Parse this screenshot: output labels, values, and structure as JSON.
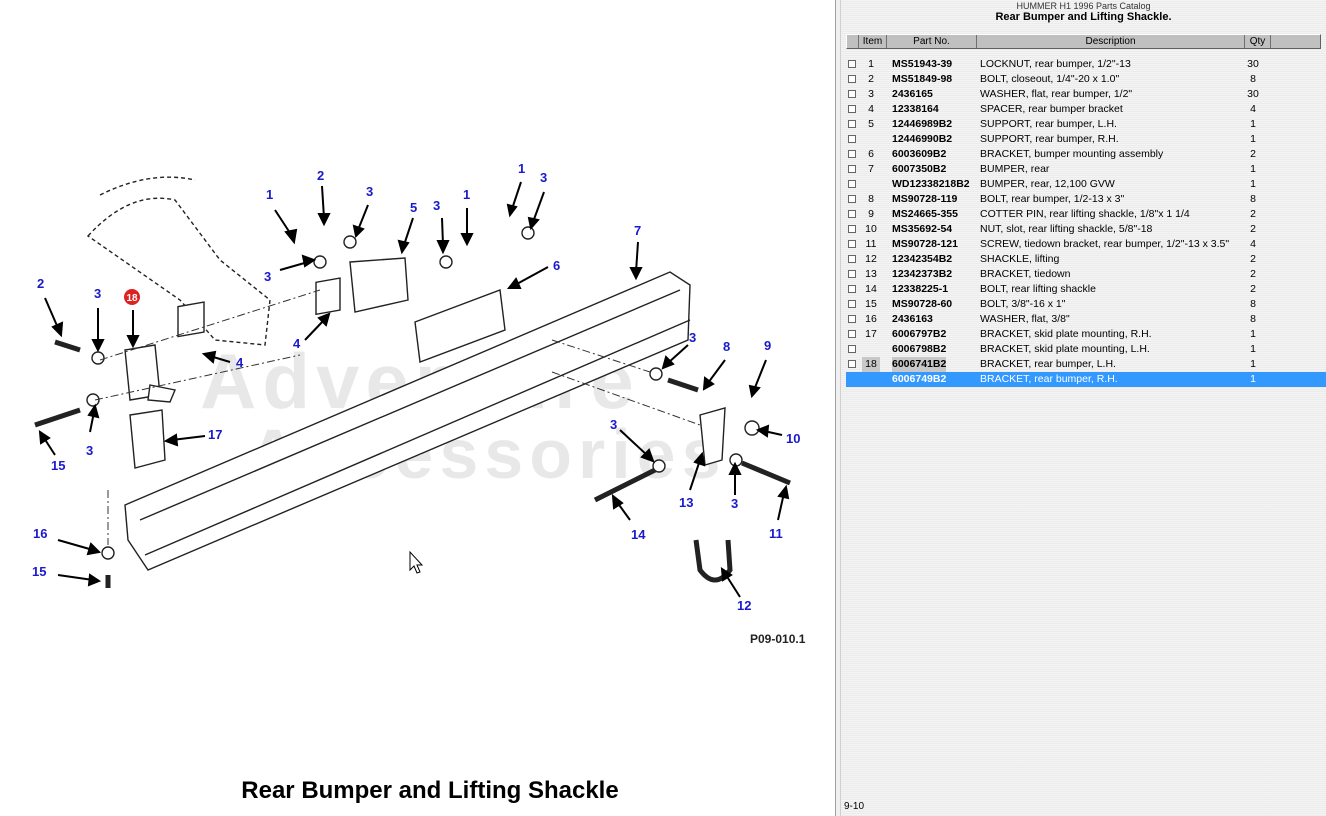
{
  "diagram": {
    "watermark_line1": "Adventure",
    "watermark_line2": "Accessories",
    "figure_ref": "P09-010.1",
    "caption": "Rear Bumper and Lifting Shackle",
    "highlighted_callout": "18",
    "callouts": [
      "1",
      "1",
      "1",
      "2",
      "2",
      "3",
      "3",
      "3",
      "3",
      "3",
      "3",
      "3",
      "3",
      "3",
      "4",
      "4",
      "5",
      "6",
      "7",
      "8",
      "9",
      "10",
      "11",
      "12",
      "13",
      "14",
      "15",
      "15",
      "16",
      "17"
    ]
  },
  "parts_panel": {
    "catalog_title": "HUMMER H1 1996 Parts Catalog",
    "section_title": "Rear Bumper and Lifting Shackle.",
    "columns": {
      "item": "Item",
      "part_no": "Part No.",
      "description": "Description",
      "qty": "Qty"
    },
    "rows": [
      {
        "item": "1",
        "part_no": "MS51943-39",
        "description": "LOCKNUT, rear bumper, 1/2\"-13",
        "qty": "30"
      },
      {
        "item": "2",
        "part_no": "MS51849-98",
        "description": "BOLT, closeout, 1/4\"-20 x 1.0\"",
        "qty": "8"
      },
      {
        "item": "3",
        "part_no": "2436165",
        "description": "WASHER, flat, rear bumper, 1/2\"",
        "qty": "30"
      },
      {
        "item": "4",
        "part_no": "12338164",
        "description": "SPACER, rear bumper bracket",
        "qty": "4"
      },
      {
        "item": "5",
        "part_no": "12446989B2",
        "description": "SUPPORT, rear bumper, L.H.",
        "qty": "1"
      },
      {
        "item": "",
        "part_no": "12446990B2",
        "description": "SUPPORT, rear bumper, R.H.",
        "qty": "1"
      },
      {
        "item": "6",
        "part_no": "6003609B2",
        "description": "BRACKET, bumper mounting assembly",
        "qty": "2"
      },
      {
        "item": "7",
        "part_no": "6007350B2",
        "description": "BUMPER, rear",
        "qty": "1"
      },
      {
        "item": "",
        "part_no": "WD12338218B2",
        "description": "BUMPER, rear, 12,100 GVW",
        "qty": "1"
      },
      {
        "item": "8",
        "part_no": "MS90728-119",
        "description": "BOLT, rear bumper, 1/2-13 x 3\"",
        "qty": "8"
      },
      {
        "item": "9",
        "part_no": "MS24665-355",
        "description": "COTTER PIN, rear lifting shackle, 1/8\"x 1 1/4",
        "qty": "2"
      },
      {
        "item": "10",
        "part_no": "MS35692-54",
        "description": "NUT, slot, rear lifting shackle, 5/8\"-18",
        "qty": "2"
      },
      {
        "item": "11",
        "part_no": "MS90728-121",
        "description": "SCREW, tiedown bracket, rear bumper, 1/2\"-13 x 3.5\"",
        "qty": "4"
      },
      {
        "item": "12",
        "part_no": "12342354B2",
        "description": "SHACKLE, lifting",
        "qty": "2"
      },
      {
        "item": "13",
        "part_no": "12342373B2",
        "description": "BRACKET, tiedown",
        "qty": "2"
      },
      {
        "item": "14",
        "part_no": "12338225-1",
        "description": "BOLT, rear lifting shackle",
        "qty": "2"
      },
      {
        "item": "15",
        "part_no": "MS90728-60",
        "description": "BOLT, 3/8\"-16 x 1\"",
        "qty": "8"
      },
      {
        "item": "16",
        "part_no": "2436163",
        "description": "WASHER, flat, 3/8\"",
        "qty": "8"
      },
      {
        "item": "17",
        "part_no": "6006797B2",
        "description": "BRACKET, skid plate mounting, R.H.",
        "qty": "1"
      },
      {
        "item": "",
        "part_no": "6006798B2",
        "description": "BRACKET, skid plate mounting, L.H.",
        "qty": "1"
      },
      {
        "item": "18",
        "part_no": "6006741B2",
        "description": "BRACKET, rear bumper, L.H.",
        "qty": "1"
      },
      {
        "item": "",
        "part_no": "6006749B2",
        "description": "BRACKET, rear bumper, R.H.",
        "qty": "1"
      }
    ],
    "selected_row": 21,
    "highlighted_row": 20,
    "page_number": "9-10"
  },
  "colors": {
    "callout_blue": "#1a1acc",
    "highlight_red": "#dd2222",
    "selection_blue": "#3399ff"
  }
}
